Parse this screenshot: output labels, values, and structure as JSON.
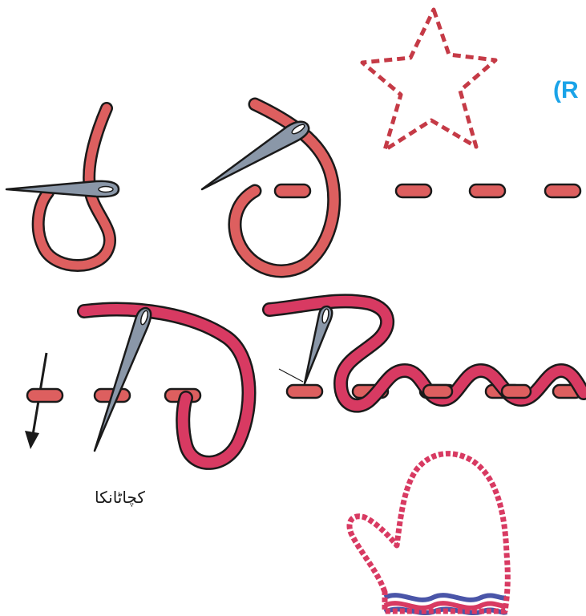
{
  "labels": {
    "corner_label": "(R",
    "urdu_caption": "کچاٹانکا"
  },
  "colors": {
    "thread_light": "#dd5f5f",
    "thread_dark": "#d83a62",
    "needle": "#8a97a8",
    "outline": "#1a1a1a",
    "accent_blue": "#1aa3e8",
    "mitten_blue": "#4a55a8"
  },
  "figures": [
    {
      "name": "running-stitch-step-1",
      "icon": "needle-thread-loop-icon"
    },
    {
      "name": "running-stitch-step-2",
      "icon": "needle-thread-loop-icon"
    },
    {
      "name": "running-stitch-result",
      "icon": "dashed-stitch-line-icon"
    },
    {
      "name": "star-running-stitch",
      "icon": "star-outline-icon"
    },
    {
      "name": "whipped-running-stitch-step",
      "icon": "needle-thread-loop-icon"
    },
    {
      "name": "whipped-running-stitch-result",
      "icon": "wavy-stitch-icon"
    },
    {
      "name": "mitten-whipped-stitch",
      "icon": "mitten-outline-icon"
    }
  ]
}
